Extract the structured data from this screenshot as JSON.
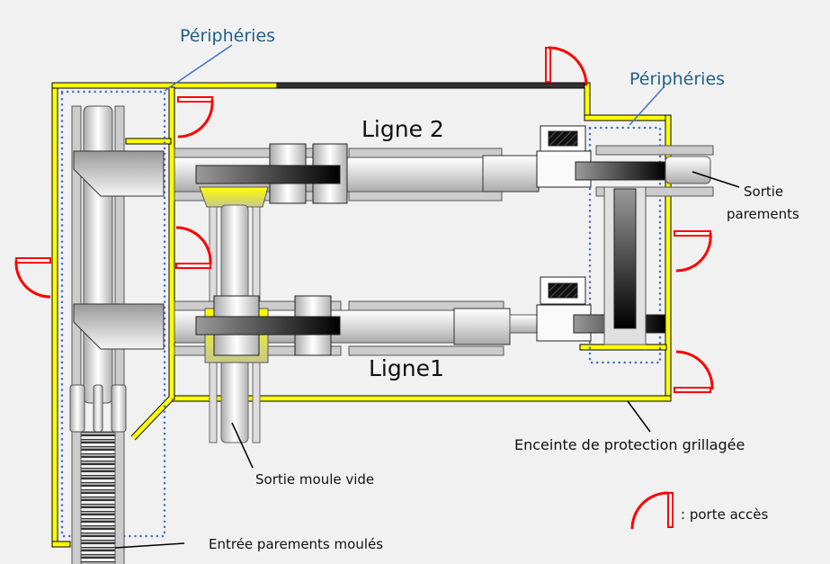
{
  "diagram": {
    "type": "floor-plan",
    "colors": {
      "background": "#f1f1f1",
      "fence": "#ffff00",
      "fence_outline": "#000000",
      "solid_wall": "#333333",
      "door": "#ff0000",
      "peripherals_boundary": "#4472c4",
      "peripherals_text": "#1f5f8b",
      "leader_line_blue": "#4472c4"
    },
    "labels": {
      "peripherals_left": "Périphéries",
      "peripherals_right": "Périphéries",
      "line2": "Ligne 2",
      "line1": "Ligne1",
      "exit_panels_1": "Sortie",
      "exit_panels_2": "parements",
      "exit_empty_mold": "Sortie moule vide",
      "entry_molded_panels": "Entrée parements moulés",
      "fence": "Enceinte de protection grillagée",
      "legend_door": ": porte accès"
    },
    "icons": {
      "door": "door-swing-icon"
    }
  }
}
